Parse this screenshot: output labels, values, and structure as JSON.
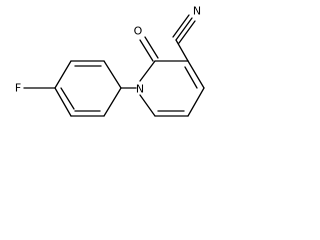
{
  "molecule": {
    "atoms": {
      "fluorine": "F",
      "nitrogen_ring": "N",
      "oxygen": "O",
      "nitrogen_nitrile": "N"
    }
  }
}
